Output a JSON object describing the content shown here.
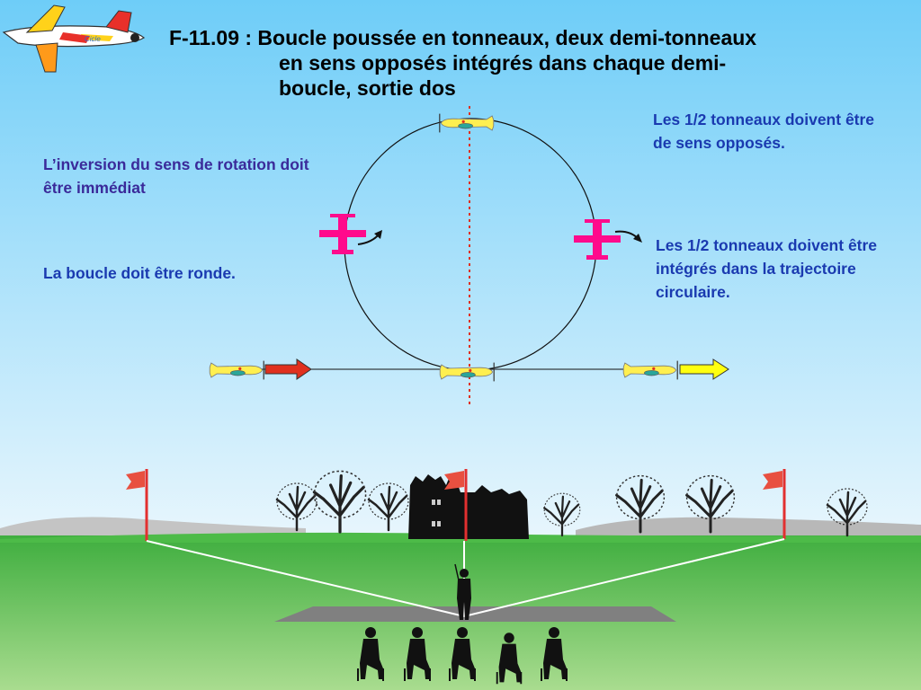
{
  "title": {
    "line1": "F-11.09 : Boucle poussée en tonneaux, deux demi-tonneaux",
    "line2": "en sens opposés intégrés dans chaque demi-",
    "line3": "boucle, sortie dos"
  },
  "notes": {
    "inversion": "L’inversion du sens de rotation doit être immédiat",
    "round": "La boucle doit être ronde.",
    "opposite": "Les 1/2 tonneaux doivent être de sens opposés.",
    "integrated": "Les 1/2 tonneaux doivent être intégrés dans la trajectoire circulaire."
  },
  "logo_text": "Cicle",
  "colors": {
    "sky_top": "#6ecdf8",
    "sky_bottom": "#e8f6fd",
    "grass_top": "#3fae3f",
    "grass_bottom": "#a9dc8f",
    "marker_plane": "#ff0a8c",
    "entry_arrow": "#e0301e",
    "exit_arrow": "#ffff10",
    "center_line": "#e03020",
    "plane_yellow": "#ffef50"
  }
}
